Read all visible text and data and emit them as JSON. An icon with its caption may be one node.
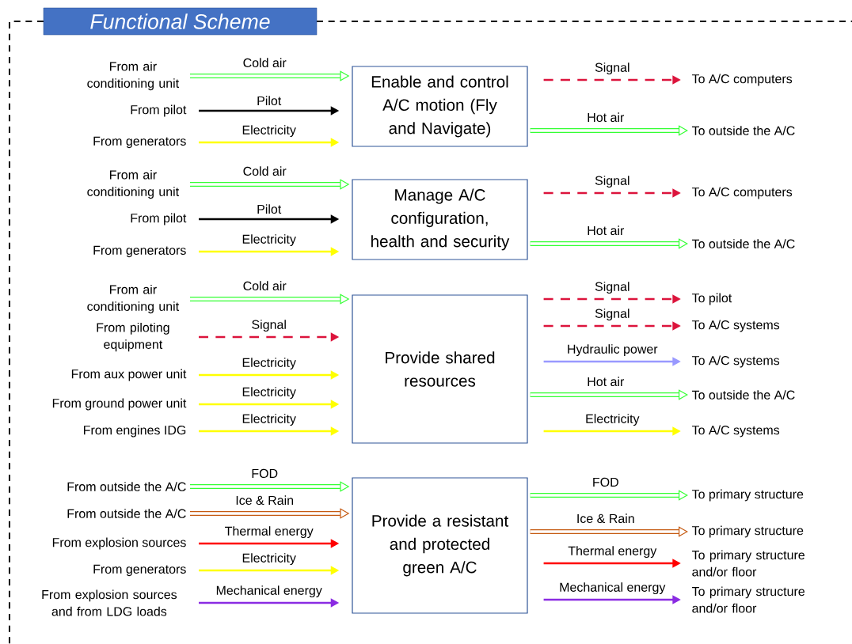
{
  "diagram": {
    "title": "Functional Scheme",
    "nodes": [
      {
        "text": [
          "From air conditioning unit"
        ]
      },
      {
        "text": [
          "From pilot"
        ]
      },
      {
        "text": [
          "From generators"
        ]
      },
      {
        "text": [
          "Enable and control A/C motion (Fly and Navigate)"
        ]
      },
      {
        "text": [
          "To A/C computers"
        ]
      },
      {
        "text": [
          "To outside the A/C"
        ]
      },
      {
        "text": [
          "From air conditioning unit"
        ]
      },
      {
        "text": [
          "From pilot"
        ]
      },
      {
        "text": [
          "From generators"
        ]
      },
      {
        "text": [
          "Manage A/C configuration, health and security"
        ]
      },
      {
        "text": [
          "To A/C computers"
        ]
      },
      {
        "text": [
          "To outside the A/C"
        ]
      },
      {
        "text": [
          "From air conditioning unit"
        ]
      },
      {
        "text": [
          "From piloting equipment"
        ]
      },
      {
        "text": [
          "From aux power unit"
        ]
      },
      {
        "text": [
          "From ground power unit"
        ]
      },
      {
        "text": [
          "From engines IDG"
        ]
      },
      {
        "text": [
          "Provide shared resources"
        ]
      },
      {
        "text": [
          "To pilot"
        ]
      },
      {
        "text": [
          "To A/C systems"
        ]
      },
      {
        "text": [
          "To A/C systems"
        ]
      },
      {
        "text": [
          "To outside the A/C"
        ]
      },
      {
        "text": [
          "To A/C systems"
        ]
      },
      {
        "text": [
          "From outside the A/C"
        ]
      },
      {
        "text": [
          "From outside the A/C"
        ]
      },
      {
        "text": [
          "From explosion sources"
        ]
      },
      {
        "text": [
          "From generators"
        ]
      },
      {
        "text": [
          "From explosion sources and from LDG loads"
        ]
      },
      {
        "text": [
          "Provide a resistant and protected green A/C"
        ]
      },
      {
        "text": [
          "To primary structure"
        ]
      },
      {
        "text": [
          "To primary structure"
        ]
      },
      {
        "text": [
          "To primary structure and/or floor"
        ]
      },
      {
        "text": [
          "To primary structure and/or floor"
        ]
      }
    ],
    "edges": [
      {
        "from": 0,
        "to": 3,
        "arrow": "to",
        "label": "Cold air",
        "style": "thick",
        "color": "#33ff33"
      },
      {
        "from": 1,
        "to": 3,
        "arrow": "to",
        "label": "Pilot",
        "color": "#000000"
      },
      {
        "from": 2,
        "to": 3,
        "arrow": "to",
        "label": "Electricity",
        "color": "#ffff00"
      },
      {
        "from": 3,
        "to": 4,
        "arrow": "to",
        "label": "Signal",
        "style": "dashed",
        "color": "#dc143c"
      },
      {
        "from": 3,
        "to": 5,
        "arrow": "to",
        "label": "Hot air",
        "style": "thick",
        "color": "#33ff33"
      },
      {
        "from": 6,
        "to": 9,
        "arrow": "to",
        "label": "Cold air",
        "style": "thick",
        "color": "#33ff33"
      },
      {
        "from": 7,
        "to": 9,
        "arrow": "to",
        "label": "Pilot",
        "color": "#000000"
      },
      {
        "from": 8,
        "to": 9,
        "arrow": "to",
        "label": "Electricity",
        "color": "#ffff00"
      },
      {
        "from": 9,
        "to": 10,
        "arrow": "to",
        "label": "Signal",
        "style": "dashed",
        "color": "#dc143c"
      },
      {
        "from": 9,
        "to": 11,
        "arrow": "to",
        "label": "Hot air",
        "style": "thick",
        "color": "#33ff33"
      },
      {
        "from": 12,
        "to": 17,
        "arrow": "to",
        "label": "Cold air",
        "style": "thick",
        "color": "#33ff33"
      },
      {
        "from": 13,
        "to": 17,
        "arrow": "to",
        "label": "Signal",
        "style": "dashed",
        "color": "#dc143c"
      },
      {
        "from": 14,
        "to": 17,
        "arrow": "to",
        "label": "Electricity",
        "color": "#ffff00"
      },
      {
        "from": 15,
        "to": 17,
        "arrow": "to",
        "label": "Electricity",
        "color": "#ffff00"
      },
      {
        "from": 16,
        "to": 17,
        "arrow": "to",
        "label": "Electricity",
        "color": "#ffff00"
      },
      {
        "from": 17,
        "to": 18,
        "arrow": "to",
        "label": "Signal",
        "style": "dashed",
        "color": "#dc143c"
      },
      {
        "from": 17,
        "to": 19,
        "arrow": "to",
        "label": "Signal",
        "style": "dashed",
        "color": "#dc143c"
      },
      {
        "from": 17,
        "to": 20,
        "arrow": "to",
        "label": "Hydraulic power",
        "color": "#9999ff"
      },
      {
        "from": 17,
        "to": 21,
        "arrow": "to",
        "label": "Hot air",
        "style": "thick",
        "color": "#33ff33"
      },
      {
        "from": 17,
        "to": 22,
        "arrow": "to",
        "label": "Electricity",
        "color": "#ffff00"
      },
      {
        "from": 23,
        "to": 28,
        "arrow": "to",
        "label": "FOD",
        "style": "thick",
        "color": "#33ff33"
      },
      {
        "from": 24,
        "to": 28,
        "arrow": "to",
        "label": "Ice & Rain",
        "style": "thick",
        "color": "#c55a11"
      },
      {
        "from": 25,
        "to": 28,
        "arrow": "to",
        "label": "Thermal energy",
        "color": "#ff0000"
      },
      {
        "from": 26,
        "to": 28,
        "arrow": "to",
        "label": "Electricity",
        "color": "#ffff00"
      },
      {
        "from": 27,
        "to": 28,
        "arrow": "to",
        "label": "Mechanical energy",
        "color": "#8a2be2"
      },
      {
        "from": 28,
        "to": 29,
        "arrow": "to",
        "label": "FOD",
        "style": "thick",
        "color": "#33ff33"
      },
      {
        "from": 28,
        "to": 30,
        "arrow": "to",
        "label": "Ice & Rain",
        "style": "thick",
        "color": "#c55a11"
      },
      {
        "from": 28,
        "to": 31,
        "arrow": "to",
        "label": "Thermal energy",
        "color": "#ff0000"
      },
      {
        "from": 28,
        "to": 32,
        "arrow": "to",
        "label": "Mechanical energy",
        "color": "#8a2be2"
      }
    ]
  }
}
